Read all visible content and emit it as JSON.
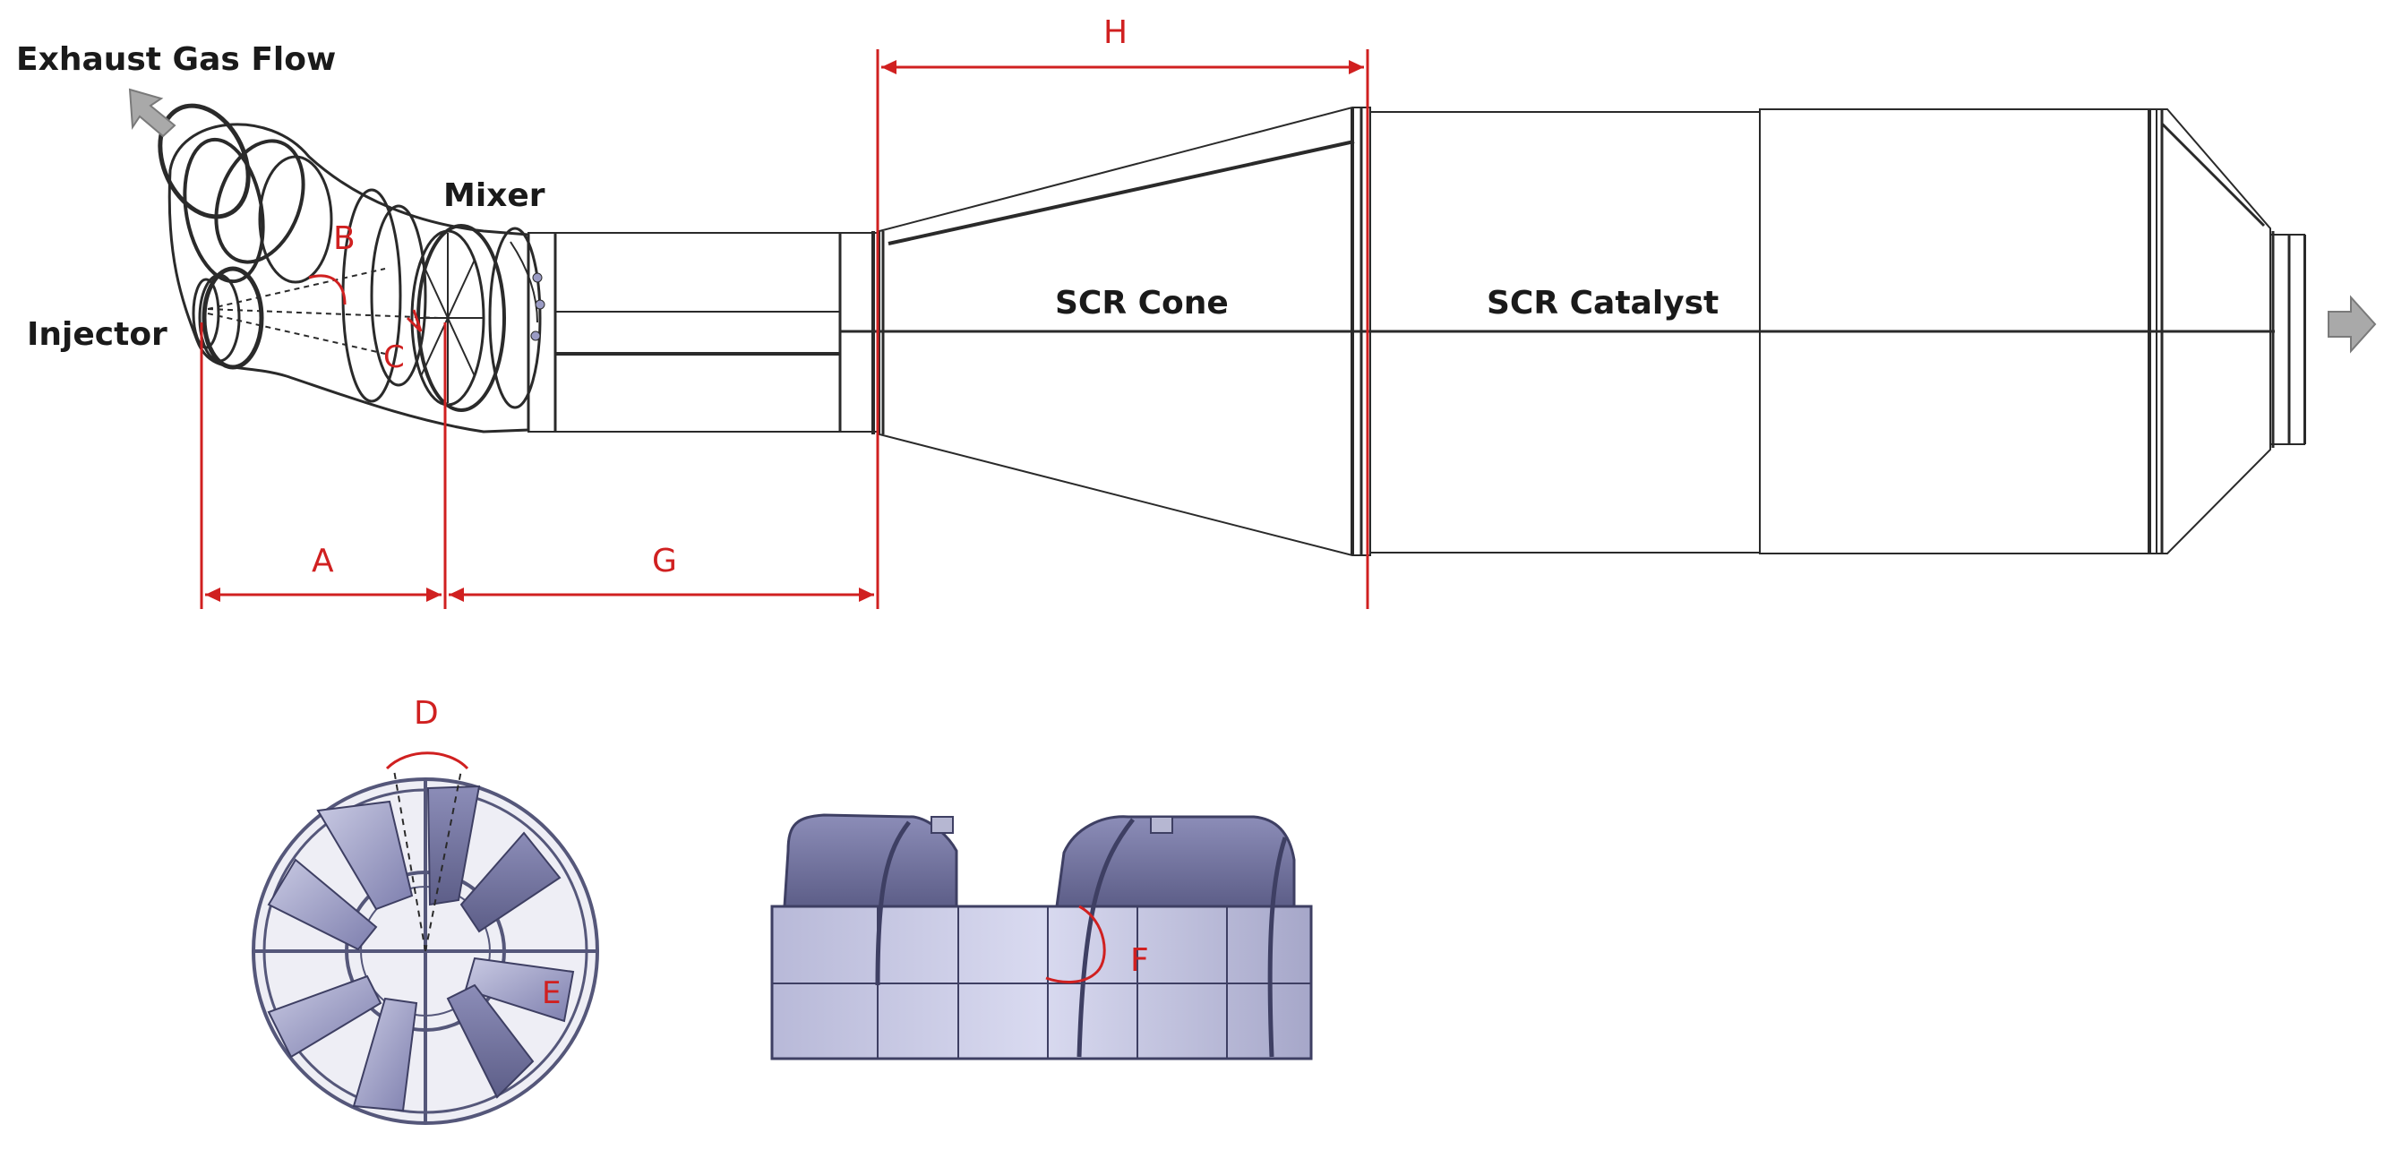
{
  "labels": {
    "exhaust_gas_flow": "Exhaust Gas Flow",
    "injector": "Injector",
    "mixer": "Mixer",
    "scr_cone": "SCR Cone",
    "scr_catalyst": "SCR Catalyst"
  },
  "dimensions": {
    "a": "A",
    "b": "B",
    "c": "C",
    "d": "D",
    "e": "E",
    "f": "F",
    "g": "G",
    "h": "H"
  },
  "colors": {
    "annotation": "#d02020",
    "catalyst": "#b9b65c",
    "pipe": "#d6d7e6",
    "blade": "#9a9bc4",
    "flow_arrow": "#a9a9a9"
  }
}
